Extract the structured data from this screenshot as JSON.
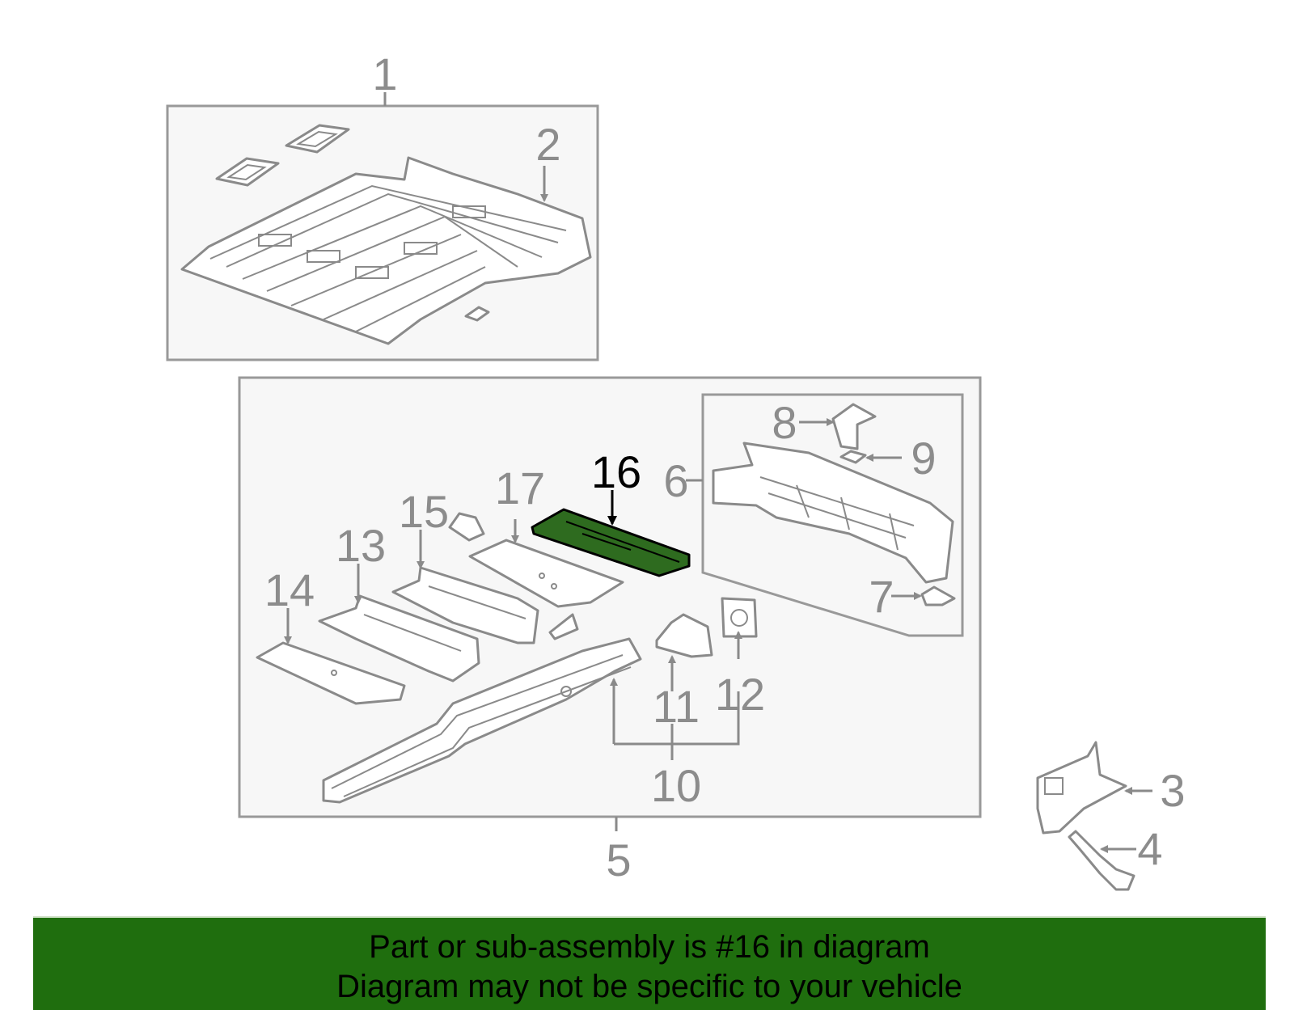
{
  "diagram": {
    "highlight_part": "16",
    "highlight_color": "#2e6b1f",
    "banner_color": "#1f6e0e",
    "callouts": [
      {
        "id": "1",
        "label": "1"
      },
      {
        "id": "2",
        "label": "2"
      },
      {
        "id": "3",
        "label": "3"
      },
      {
        "id": "4",
        "label": "4"
      },
      {
        "id": "5",
        "label": "5"
      },
      {
        "id": "6",
        "label": "6"
      },
      {
        "id": "7",
        "label": "7"
      },
      {
        "id": "8",
        "label": "8"
      },
      {
        "id": "9",
        "label": "9"
      },
      {
        "id": "10",
        "label": "10"
      },
      {
        "id": "11",
        "label": "11"
      },
      {
        "id": "12",
        "label": "12"
      },
      {
        "id": "13",
        "label": "13"
      },
      {
        "id": "14",
        "label": "14"
      },
      {
        "id": "15",
        "label": "15"
      },
      {
        "id": "16",
        "label": "16"
      },
      {
        "id": "17",
        "label": "17"
      }
    ]
  },
  "banner": {
    "line1": "Part or sub-assembly is #16 in diagram",
    "line2": "Diagram may not be specific to your vehicle"
  }
}
